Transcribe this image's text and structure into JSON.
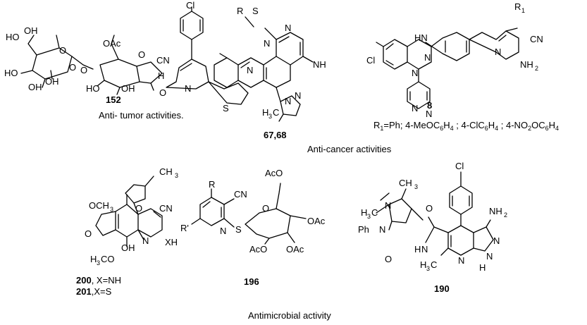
{
  "captions": {
    "anti_tumor": "Anti- tumor activities.",
    "anti_cancer": "Anti-cancer activities",
    "antimicrobial": "Antimicrobial activity"
  },
  "compounds": {
    "c152": {
      "label": "152",
      "atoms": [
        "HO",
        "OH",
        "HO",
        "OH",
        "OH",
        "O",
        "O",
        "OAc",
        "O",
        "HO",
        "OH",
        "H",
        "O",
        "Cl",
        "CN",
        "N",
        "S",
        "O"
      ]
    },
    "c67": {
      "label": "67,68",
      "atoms": [
        "R",
        "S",
        "N",
        "N",
        "N",
        "NH",
        "N",
        "H",
        "C",
        "N"
      ]
    },
    "c8": {
      "label": "8",
      "atoms": [
        "R",
        "1",
        "HN",
        "Cl",
        "N",
        "N",
        "N",
        "CN",
        "N",
        "NH",
        "2",
        "N"
      ],
      "r1_prefix": "R",
      "r1_sub": "1",
      "r1_text": "=Ph; 4-MeOC",
      "r1_parts": [
        "6",
        "H",
        "4",
        " ; 4-ClC",
        "6",
        "H",
        "4",
        " ; 4-NO",
        "2",
        "OC",
        "6",
        "H",
        "4"
      ]
    },
    "c200": {
      "label_200": "200",
      "suffix_200": ", X=NH",
      "label_201": "201",
      "suffix_201": ",X=S",
      "atoms": [
        "CH",
        "3",
        "O",
        "OCH",
        "3",
        "CN",
        "O",
        "OH",
        "N",
        "XH",
        "H",
        "3",
        "CO"
      ]
    },
    "c196": {
      "label": "196",
      "atoms": [
        "R",
        "CN",
        "R'",
        "N",
        "S",
        "O",
        "AcO",
        "OAc",
        "AcO",
        "OAc"
      ]
    },
    "c190": {
      "label": "190",
      "atoms": [
        "Cl",
        "H",
        "3",
        "C",
        "CH",
        "3",
        "N",
        "Ph",
        "N",
        "O",
        "H",
        "O",
        "N",
        "NH",
        "2",
        "N",
        "N",
        "H",
        "H",
        "3",
        "C",
        "N"
      ]
    }
  }
}
